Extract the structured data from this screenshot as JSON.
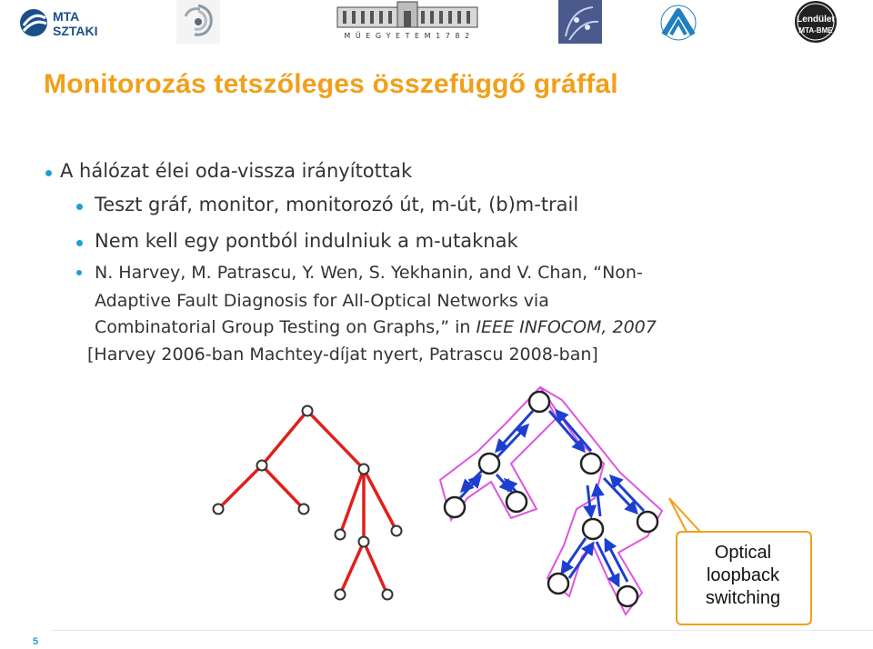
{
  "logos": {
    "mta_sztaki": [
      "MTA",
      "SZTAKI"
    ],
    "muegyetem_caption": "M Ű E G Y E T E M   1 7 8 2",
    "lendulet": [
      "Lendület",
      "MTA-BME"
    ]
  },
  "slide": {
    "title": "Monitorozás tetszőleges összefüggő gráffal",
    "bullets": [
      "A hálózat élei oda-vissza irányítottak",
      "Teszt gráf, monitor, monitorozó út, m-út, (b)m-trail",
      "Nem kell egy pontból indulniuk a m-utaknak"
    ],
    "citation": {
      "line1": "N. Harvey, M. Patrascu, Y. Wen, S. Yekhanin, and V. Chan, “Non-",
      "line2": "Adaptive Fault Diagnosis for All-Optical Networks via",
      "line3_pre": "Combinatorial Group Testing on Graphs,” in ",
      "line3_venue": "IEEE INFOCOM, 2007",
      "note": "[Harvey 2006-ban Machtey-díjat nyert, Patrascu 2008-ban]"
    },
    "callout": [
      "Optical",
      "loopback",
      "switching"
    ],
    "page_number": "5"
  },
  "colors": {
    "title": "#f0a01a",
    "bullet": "#1f9fd6",
    "text": "#333333",
    "tree_edge": "#e0201a",
    "loop_arrow": "#1d3fd0",
    "trail_outline": "#e055e0",
    "callout_border": "#f0a01a"
  }
}
